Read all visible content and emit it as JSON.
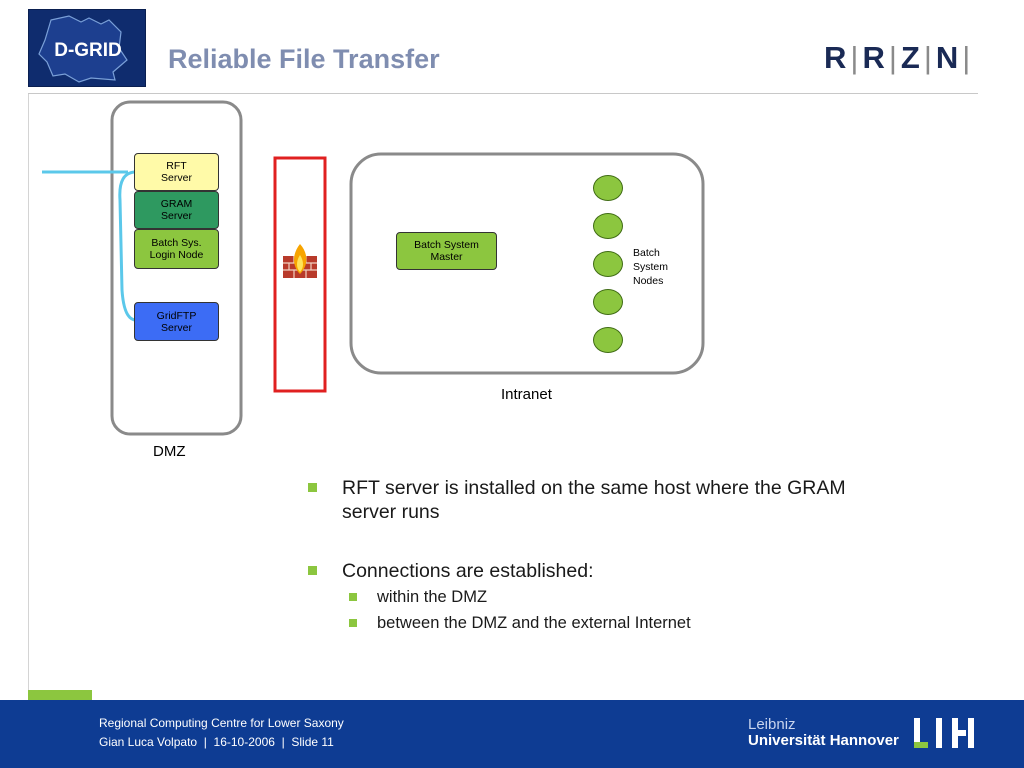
{
  "header": {
    "title": "Reliable File Transfer",
    "logo_left": "D-GRID",
    "logo_right": [
      "R",
      "R",
      "Z",
      "N"
    ]
  },
  "diagram": {
    "dmz_label": "DMZ",
    "intranet_label": "Intranet",
    "rft_server": "RFT Server",
    "gram_server": "GRAM Server",
    "batch_login": "Batch Sys. Login Node",
    "gridftp_server": "GridFTP Server",
    "batch_master": "Batch System Master",
    "batch_nodes_label": "Batch System Nodes",
    "node_count": 5,
    "colors": {
      "rft": "#fffaa8",
      "gram": "#2e9960",
      "login": "#8cc63f",
      "gridftp": "#3c6cf5",
      "firewall": "#e02020",
      "link": "#5bc8ea",
      "accent": "#8cc63f"
    }
  },
  "bullets": {
    "b1": "RFT server is installed on the same host where the GRAM server runs",
    "b2": "Connections are established:",
    "b2a": "within the DMZ",
    "b2b": "between the DMZ and the external Internet"
  },
  "footer": {
    "line1": "Regional Computing Centre for Lower Saxony",
    "line2": "Gian Luca Volpato  |  16-10-2006  |  Slide 11",
    "uni_top": "Leibniz",
    "uni_bottom": "Universität Hannover",
    "uni_mark": "L I H"
  }
}
